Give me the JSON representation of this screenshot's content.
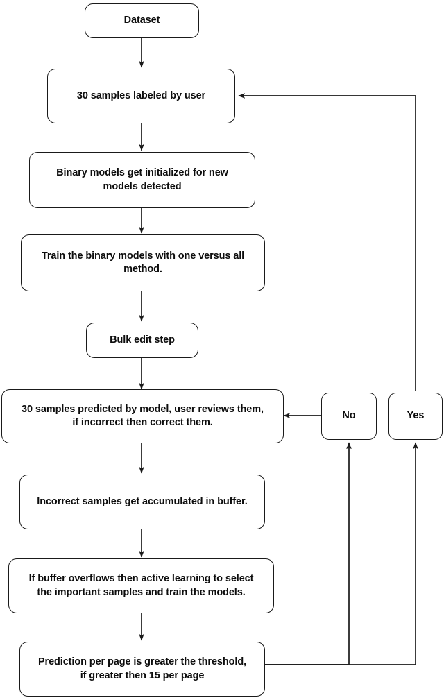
{
  "diagram": {
    "title": "Active learning annotation loop flowchart",
    "stroke_color": "#1a1a1a",
    "text_color": "#0d0d0d",
    "background_color": "#ffffff"
  },
  "nodes": [
    {
      "id": "dataset",
      "label": "Dataset"
    },
    {
      "id": "labeled",
      "label": "30 samples labeled by user"
    },
    {
      "id": "binary-init",
      "label": "Binary models get initialized for new\nmodels detected"
    },
    {
      "id": "train",
      "label": "Train the binary models with one versus all\nmethod."
    },
    {
      "id": "bulk-edit",
      "label": "Bulk edit step"
    },
    {
      "id": "predicted",
      "label": "30 samples predicted by model, user reviews them,\nif incorrect then correct them."
    },
    {
      "id": "buffer",
      "label": "Incorrect samples get accumulated in buffer."
    },
    {
      "id": "active-learn",
      "label": "If buffer overflows then active learning to select\nthe important samples and train the models."
    },
    {
      "id": "threshold",
      "label": "Prediction per page is greater the threshold,\nif greater then 15 per page"
    },
    {
      "id": "decision-no",
      "label": "No"
    },
    {
      "id": "decision-yes",
      "label": "Yes"
    }
  ],
  "edges": [
    {
      "id": "dataset-to-labeled",
      "from": "dataset",
      "to": "labeled",
      "label": ""
    },
    {
      "id": "labeled-to-binary",
      "from": "labeled",
      "to": "binary-init",
      "label": ""
    },
    {
      "id": "binary-to-train",
      "from": "binary-init",
      "to": "train",
      "label": ""
    },
    {
      "id": "train-to-bulk",
      "from": "train",
      "to": "bulk-edit",
      "label": ""
    },
    {
      "id": "bulk-to-predicted",
      "from": "bulk-edit",
      "to": "predicted",
      "label": ""
    },
    {
      "id": "predicted-to-buffer",
      "from": "predicted",
      "to": "buffer",
      "label": ""
    },
    {
      "id": "buffer-to-active",
      "from": "buffer",
      "to": "active-learn",
      "label": ""
    },
    {
      "id": "active-to-threshold",
      "from": "active-learn",
      "to": "threshold",
      "label": ""
    },
    {
      "id": "threshold-to-no",
      "from": "threshold",
      "to": "decision-no",
      "label": ""
    },
    {
      "id": "threshold-to-yes",
      "from": "threshold",
      "to": "decision-yes",
      "label": ""
    },
    {
      "id": "no-to-predicted",
      "from": "decision-no",
      "to": "predicted",
      "label": ""
    },
    {
      "id": "yes-to-labeled",
      "from": "decision-yes",
      "to": "labeled",
      "label": ""
    }
  ]
}
